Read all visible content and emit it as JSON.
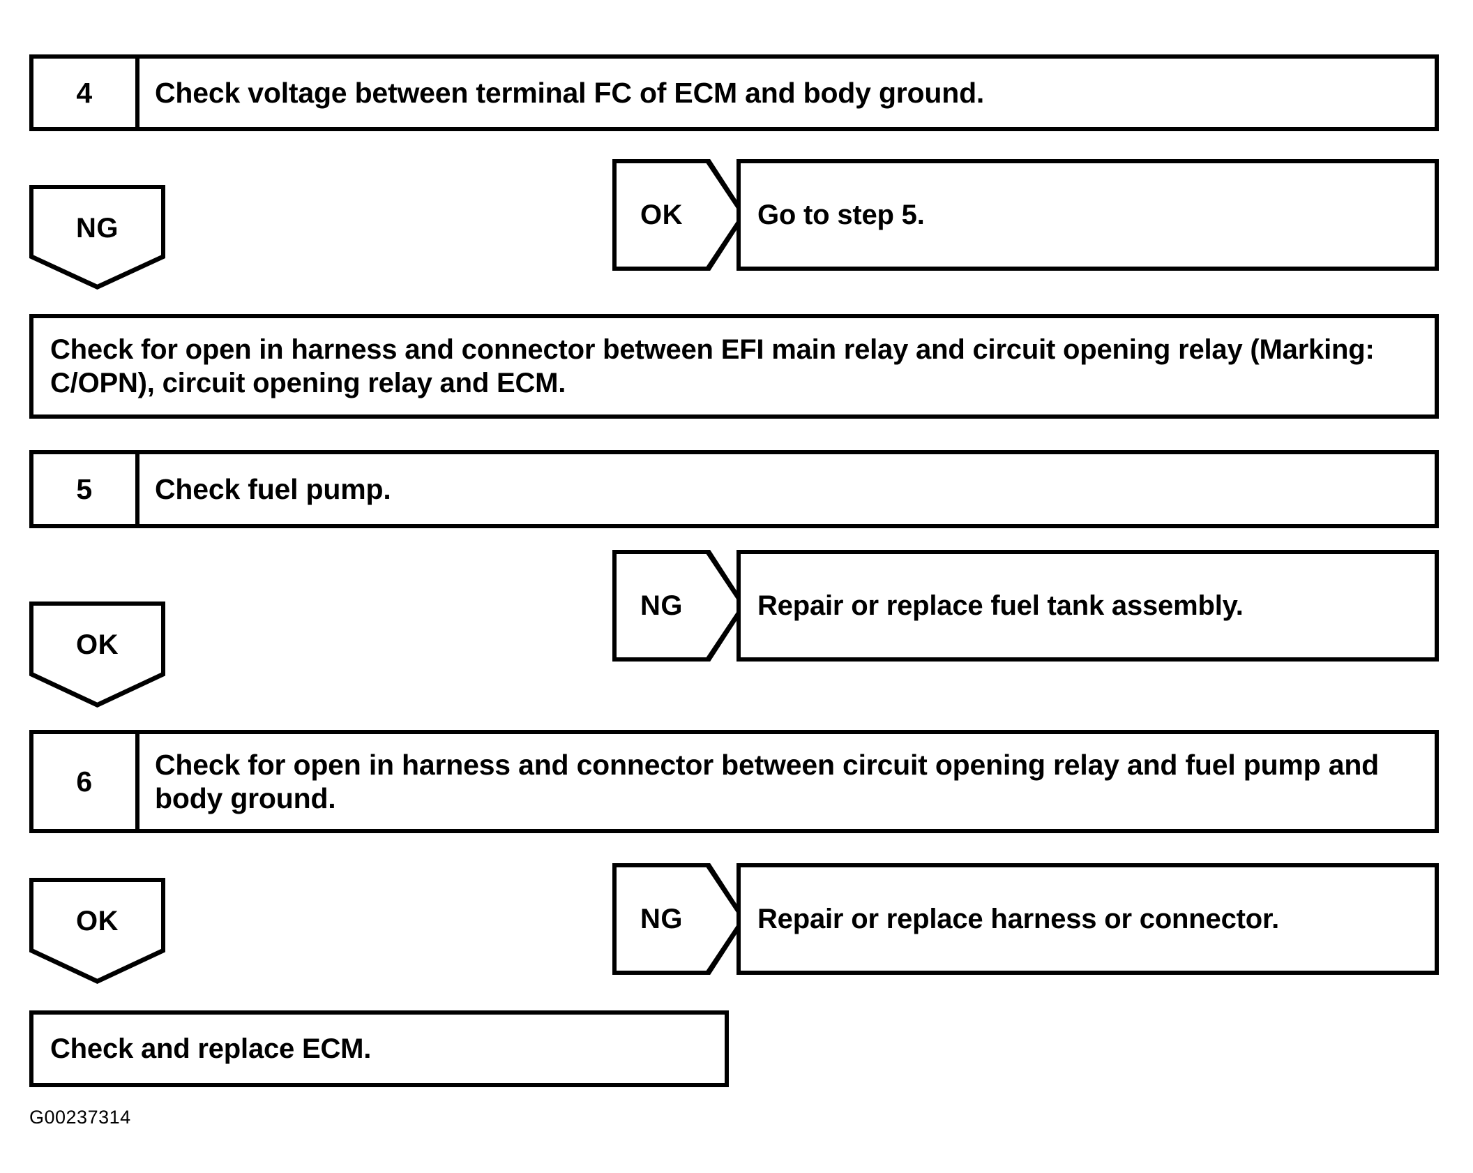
{
  "figure": {
    "id_code": "G00237314"
  },
  "steps": [
    {
      "number": "4",
      "title": "Check voltage between terminal FC of ECM and body ground.",
      "result_branch": {
        "label": "OK",
        "action": "Go to step 5."
      },
      "fail_branch": {
        "label": "NG"
      }
    },
    {
      "number": "5",
      "title": "Check fuel pump.",
      "result_branch": {
        "label": "NG",
        "action": "Repair or replace fuel tank assembly."
      },
      "fail_branch": {
        "label": "OK"
      }
    },
    {
      "number": "6",
      "title": "Check for open in harness and connector between circuit opening relay and fuel pump and body ground.",
      "result_branch": {
        "label": "NG",
        "action": "Repair or replace harness or connector."
      },
      "fail_branch": {
        "label": "OK"
      }
    }
  ],
  "actions": {
    "after_step4_ng": "Check for open in harness and connector between EFI main relay and circuit opening relay (Marking: C/OPN), circuit opening relay and ECM.",
    "final": "Check and replace ECM."
  }
}
